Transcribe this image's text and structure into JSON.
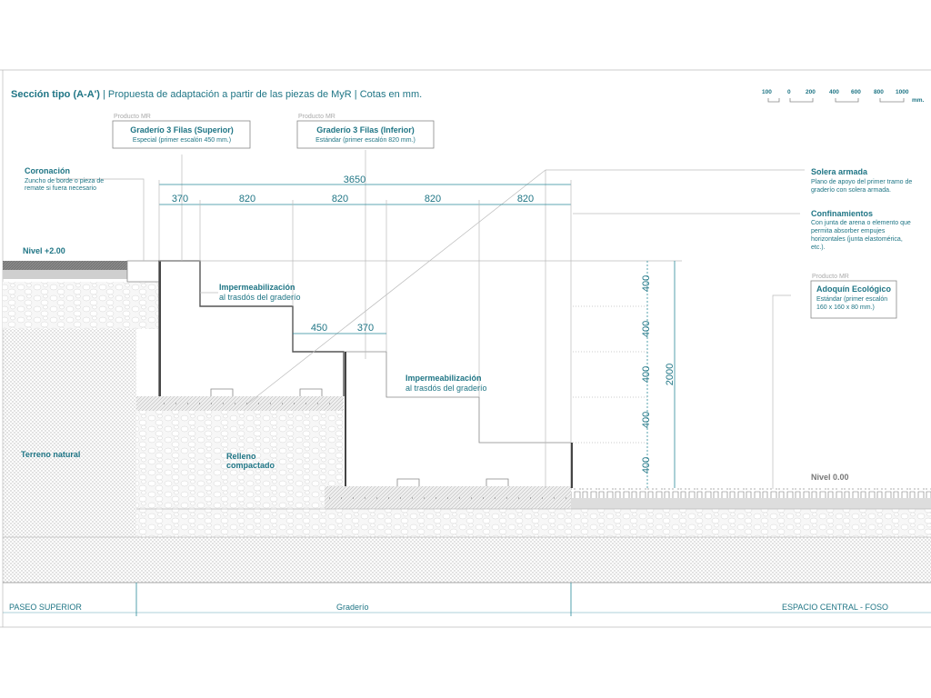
{
  "title": {
    "bold": "Sección tipo (A-A')",
    "rest": " | Propuesta de adaptación a partir de las piezas de MyR | Cotas en mm."
  },
  "scale_bar": {
    "ticks": [
      "100",
      "0",
      "200",
      "400",
      "600",
      "800",
      "1000"
    ],
    "unit": "mm."
  },
  "product_boxes": [
    {
      "tag": "Producto MR",
      "title": "Graderío 3 Filas (Superior)",
      "subtitle": "Especial (primer escalón 450 mm.)"
    },
    {
      "tag": "Producto MR",
      "title": "Graderío 3 Filas (Inferior)",
      "subtitle": "Estándar (primer escalón 820 mm.)"
    },
    {
      "tag": "Producto MR",
      "title": "Adoquín Ecológico",
      "subtitle1": "Estándar (primer escalón",
      "subtitle2": "160 x 160 x 80 mm.)"
    }
  ],
  "notes": {
    "coronacion": {
      "title": "Coronación",
      "l1": "Zuncho de borde o pieza de",
      "l2": "remate si fuera necesario"
    },
    "solera": {
      "title": "Solera armada",
      "l1": "Plano de apoyo del primer tramo de",
      "l2": "graderío con solera armada."
    },
    "confinamientos": {
      "title": "Confinamientos",
      "l1": "Con junta de arena o elemento que",
      "l2": "permita absorber empujes",
      "l3": "horizontales (junta elastomérica,",
      "l4": "etc.)."
    },
    "imper1": {
      "l1": "Impermeabilización",
      "l2": "al trasdós del graderío"
    },
    "imper2": {
      "l1": "Impermeabilización",
      "l2": "al trasdós del graderío"
    },
    "terreno": "Terreno natural",
    "relleno": {
      "l1": "Relleno",
      "l2": "compactado"
    },
    "nivel_top": "Nivel +2.00",
    "nivel_bottom": "Nivel 0.00"
  },
  "dimensions": {
    "total": "3650",
    "parts": [
      "370",
      "820",
      "820",
      "820",
      "820"
    ],
    "step": [
      "450",
      "370"
    ],
    "vertical": [
      "400",
      "400",
      "400",
      "400",
      "400"
    ],
    "vertical_total": "2000"
  },
  "zones": [
    "PASEO SUPERIOR",
    "Graderío",
    "ESPACIO CENTRAL - FOSO"
  ]
}
